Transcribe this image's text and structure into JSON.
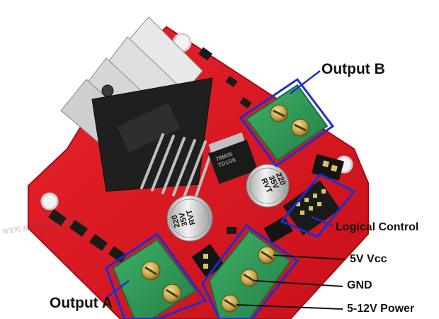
{
  "labels": {
    "output_b": "Output B",
    "output_a": "Output A",
    "logical_control": "Logical Control",
    "vcc_5v": "5V Vcc",
    "gnd": "GND",
    "power": "5-12V Power"
  },
  "components": {
    "capacitor_top": {
      "line1": "220",
      "line2": "35V",
      "line3": "RVT"
    },
    "capacitor_left": {
      "line1": "220",
      "line2": "35V",
      "line3": "RVT"
    },
    "regulator": {
      "line1": "78M05",
      "line2": "TD1G6"
    }
  },
  "watermark": {
    "left_text": "淘宝网 超 · 高山/VIAT/LS 电"
  },
  "colors": {
    "board_red": "#d8141c",
    "terminal_green": "#2f9b55",
    "highlight_blue": "#1a2fd0",
    "heatsink": "#1f1f1f",
    "capacitor_silver": "#cfcfcf"
  },
  "icons": [
    "screw-icon",
    "jumper-icon",
    "heatsink-icon"
  ]
}
